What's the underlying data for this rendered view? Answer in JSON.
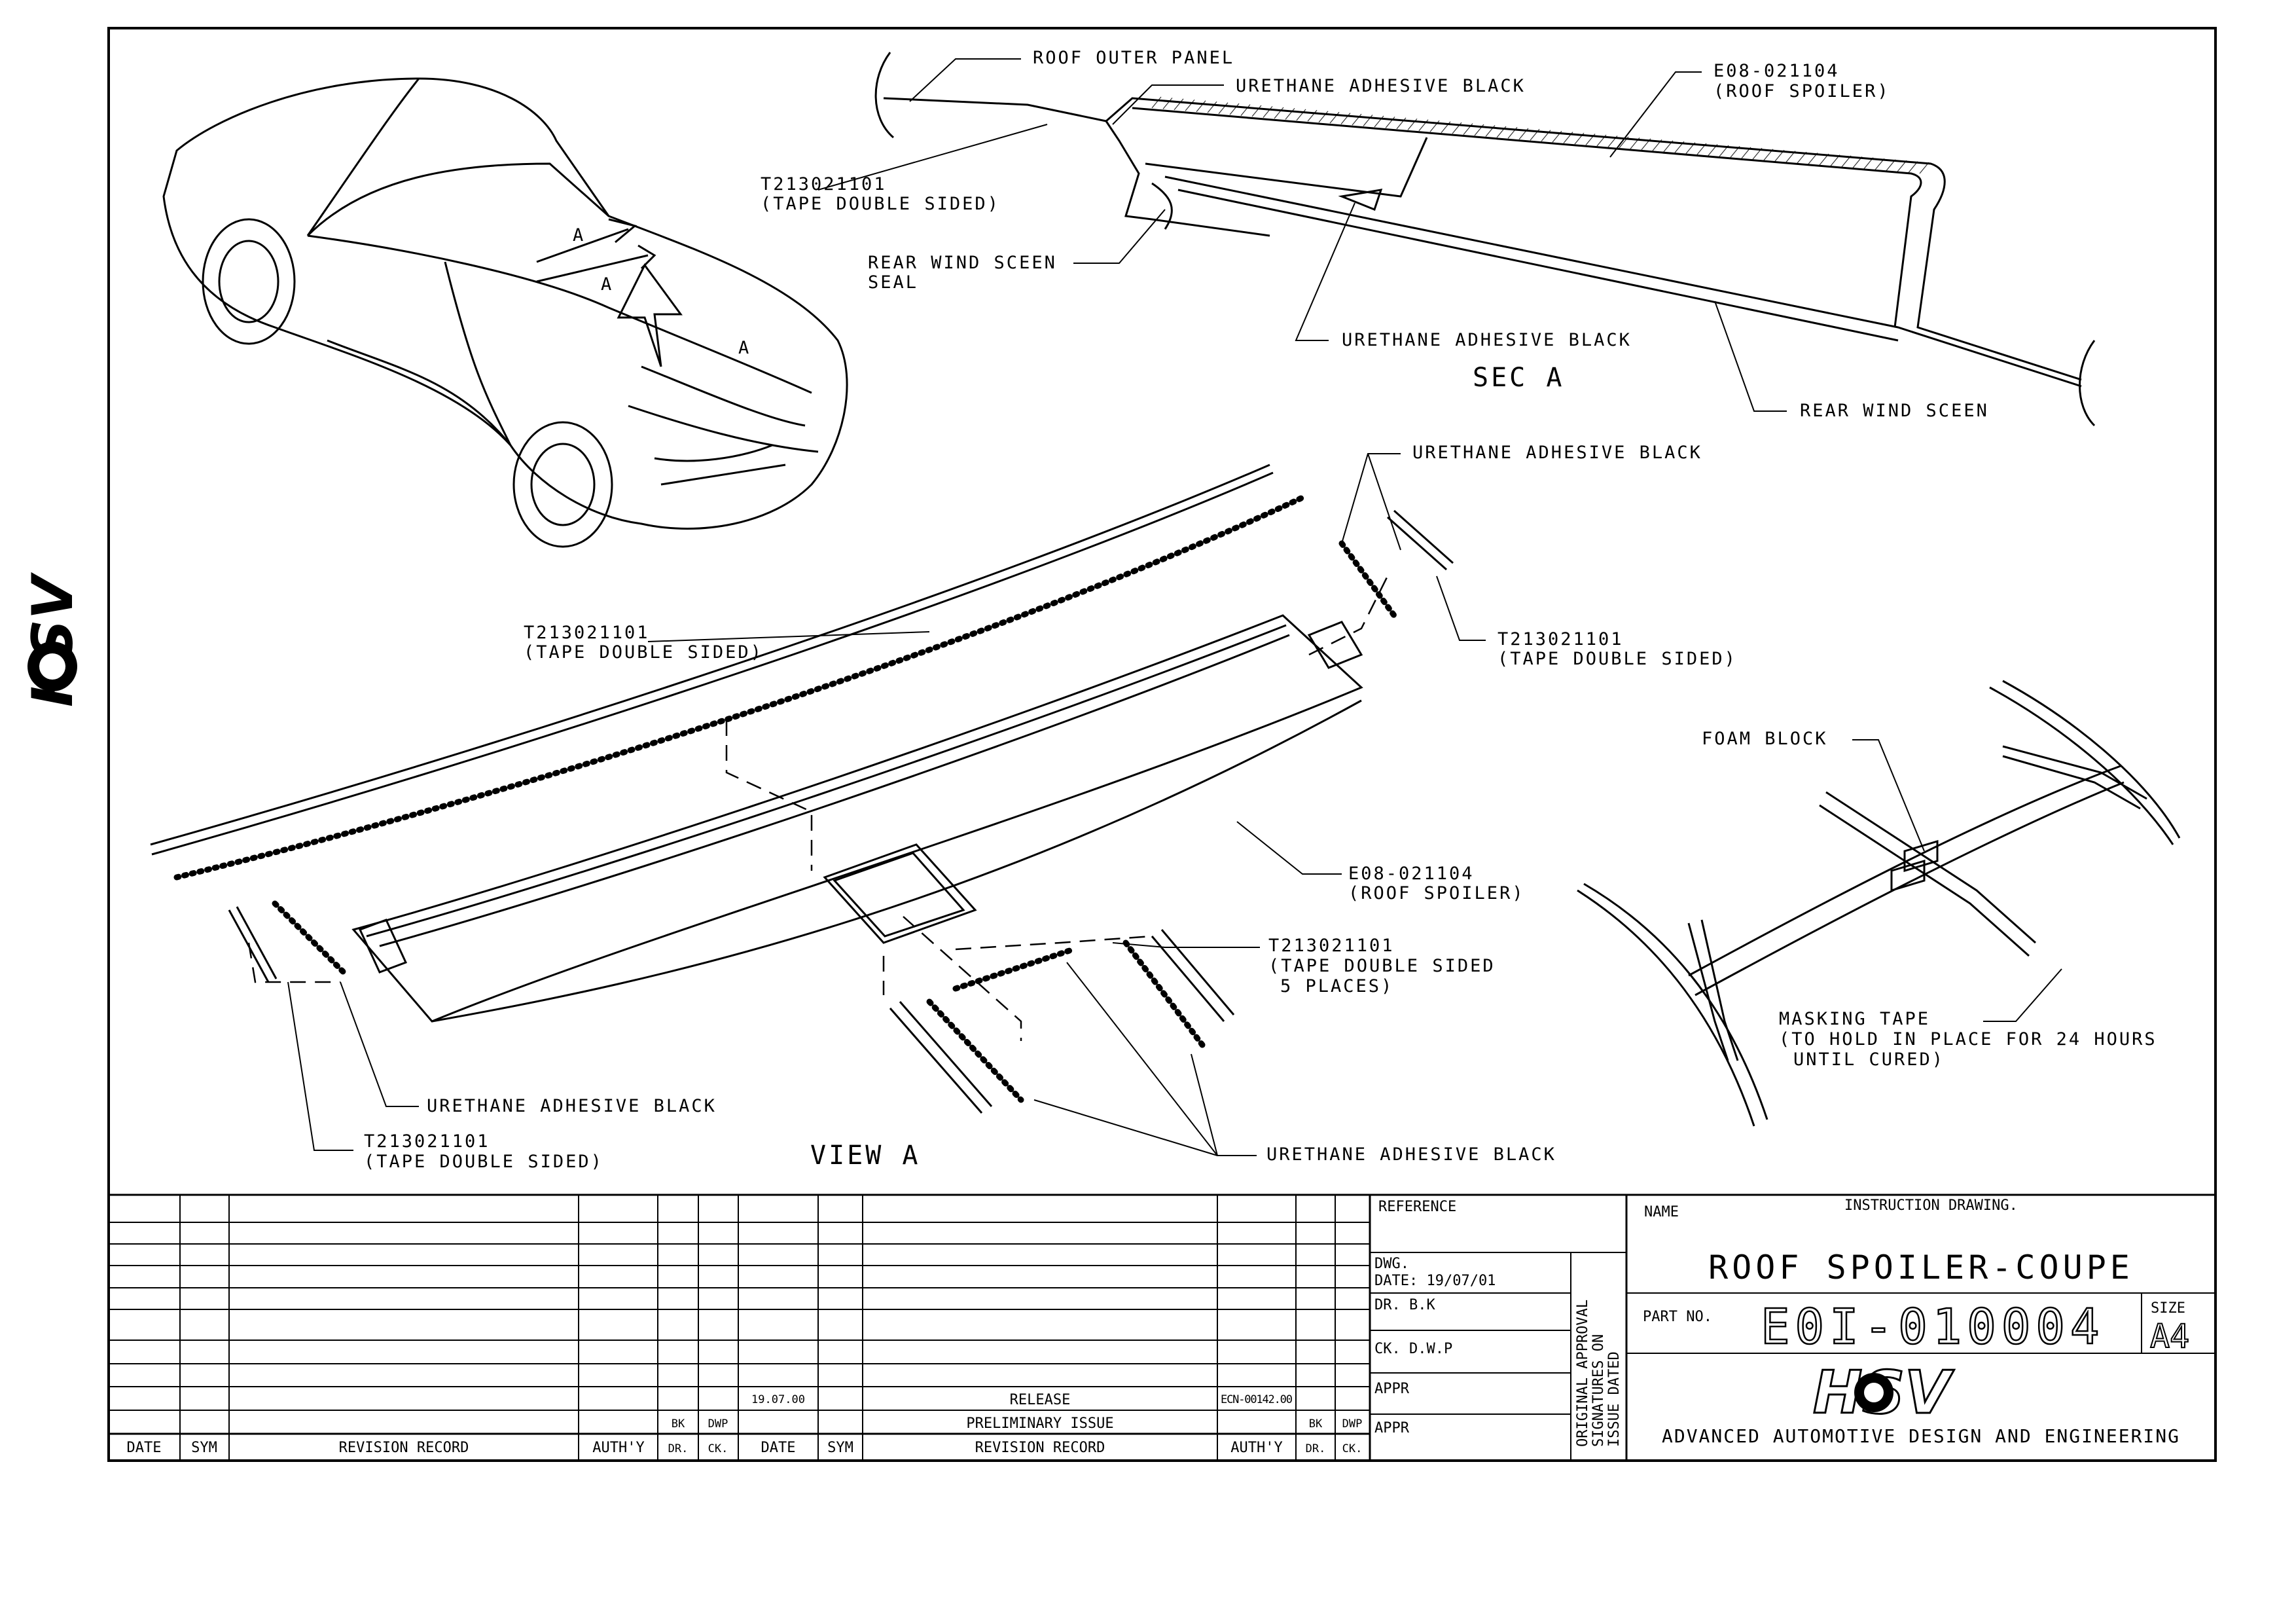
{
  "brand": {
    "logo_letters": "HSV",
    "tagline": "ADVANCED AUTOMOTIVE DESIGN AND ENGINEERING"
  },
  "section_a": {
    "title": "SEC A",
    "roof_outer_panel": "ROOF OUTER PANEL",
    "urethane_top": "URETHANE ADHESIVE BLACK",
    "spoiler_part": "E08-021104",
    "spoiler_name": "(ROOF SPOILER)",
    "tape_part": "T213021101",
    "tape_desc": "(TAPE DOUBLE SIDED)",
    "seal_line1": "REAR WIND SCEEN",
    "seal_line2": "SEAL",
    "urethane_mid": "URETHANE ADHESIVE BLACK",
    "rear_wind_screen": "REAR WIND SCEEN"
  },
  "car_view": {
    "arrow_label": "A",
    "section_label": "A"
  },
  "view_a": {
    "title": "VIEW A",
    "urethane_top_right": "URETHANE ADHESIVE BLACK",
    "tape_left_part": "T213021101",
    "tape_left_desc": "(TAPE DOUBLE SIDED)",
    "tape_right_part": "T213021101",
    "tape_right_desc": "(TAPE DOUBLE SIDED)",
    "spoiler_part": "E08-021104",
    "spoiler_name": "(ROOF SPOILER)",
    "tape_center_part": "T213021101",
    "tape_center_desc1": "(TAPE DOUBLE SIDED",
    "tape_center_desc2": "5 PLACES)",
    "urethane_bottom_left": "URETHANE ADHESIVE BLACK",
    "tape_bottom_part": "T213021101",
    "tape_bottom_desc": "(TAPE DOUBLE SIDED)",
    "urethane_bottom_center": "URETHANE ADHESIVE BLACK"
  },
  "detail": {
    "foam_block": "FOAM BLOCK",
    "masking_line1": "MASKING TAPE",
    "masking_line2": "(TO HOLD IN PLACE FOR 24 HOURS",
    "masking_line3": "UNTIL CURED)"
  },
  "revision_table": {
    "headers": [
      "DATE",
      "SYM",
      "REVISION RECORD",
      "AUTH'Y",
      "DR.",
      "CK.",
      "DATE",
      "SYM",
      "REVISION RECORD",
      "AUTH'Y",
      "DR.",
      "CK."
    ],
    "row_release": {
      "date": "19.07.00",
      "record": "RELEASE",
      "auth": "ECN-00142.00"
    },
    "row_prelim": {
      "dr_left": "BK",
      "ck_left": "DWP",
      "record": "PRELIMINARY ISSUE",
      "dr_right": "BK",
      "ck_right": "DWP"
    }
  },
  "title_block": {
    "reference": "REFERENCE",
    "dwg_label": "DWG.",
    "date": "DATE: 19/07/01",
    "drawn": "DR. B.K",
    "checked": "CK. D.W.P",
    "appr1": "APPR",
    "appr2": "APPR",
    "approval_note_1": "ORIGINAL APPROVAL",
    "approval_note_2": "SIGNATURES ON",
    "approval_note_3": "ISSUE DATED",
    "name_label": "NAME",
    "drawing_type": "INSTRUCTION DRAWING.",
    "drawing_title": "ROOF SPOILER-COUPE",
    "part_no_label": "PART NO.",
    "part_no": "E0I-010004",
    "size_label": "SIZE",
    "size": "A4"
  }
}
